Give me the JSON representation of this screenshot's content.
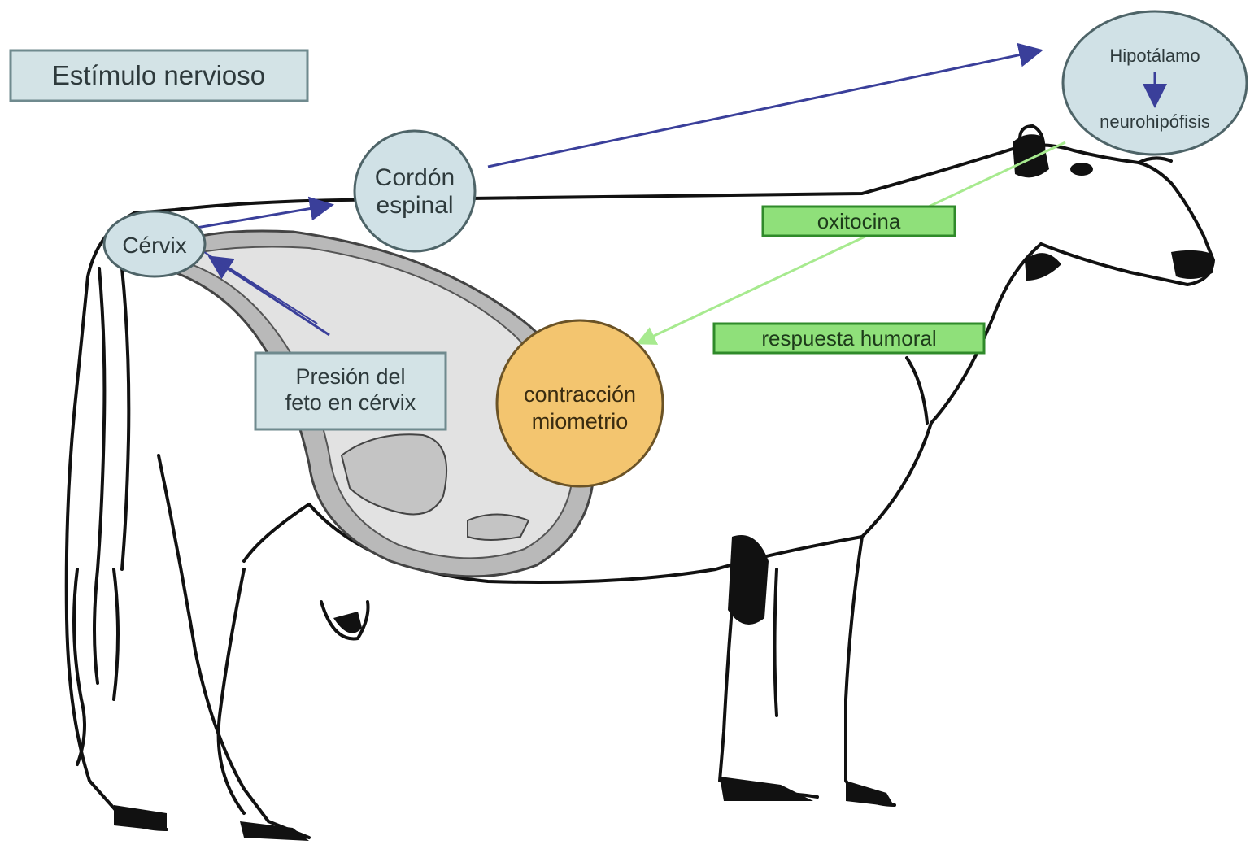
{
  "colors": {
    "outline": "#111111",
    "box_fill": "#d3e3e6",
    "box_stroke": "#6f8a8e",
    "node_fill": "#d0e1e6",
    "node_stroke": "#4e6468",
    "blue_arrow": "#3a3f9a",
    "green_arrow": "#a7ea8f",
    "green_label_fill": "#8fe07a",
    "green_label_stroke": "#2f8a2a",
    "orange_fill": "#f3c56f",
    "orange_stroke": "#6b5326",
    "uterus_fill": "#e2e2e2",
    "uterus_wall": "#b9b9b9",
    "fetus_fill": "#c4c4c4"
  },
  "labels": {
    "estimulo": "Estímulo nervioso",
    "cordon_line1": "Cordón",
    "cordon_line2": "espinal",
    "cervix": "Cérvix",
    "hipotalamo": "Hipotálamo",
    "neurohipofisis": "neurohipófisis",
    "oxitocina": "oxitocina",
    "respuesta": "respuesta humoral",
    "presion_line1": "Presión del",
    "presion_line2": "feto en cérvix",
    "contraccion_line1": "contracción",
    "contraccion_line2": "miometrio"
  }
}
